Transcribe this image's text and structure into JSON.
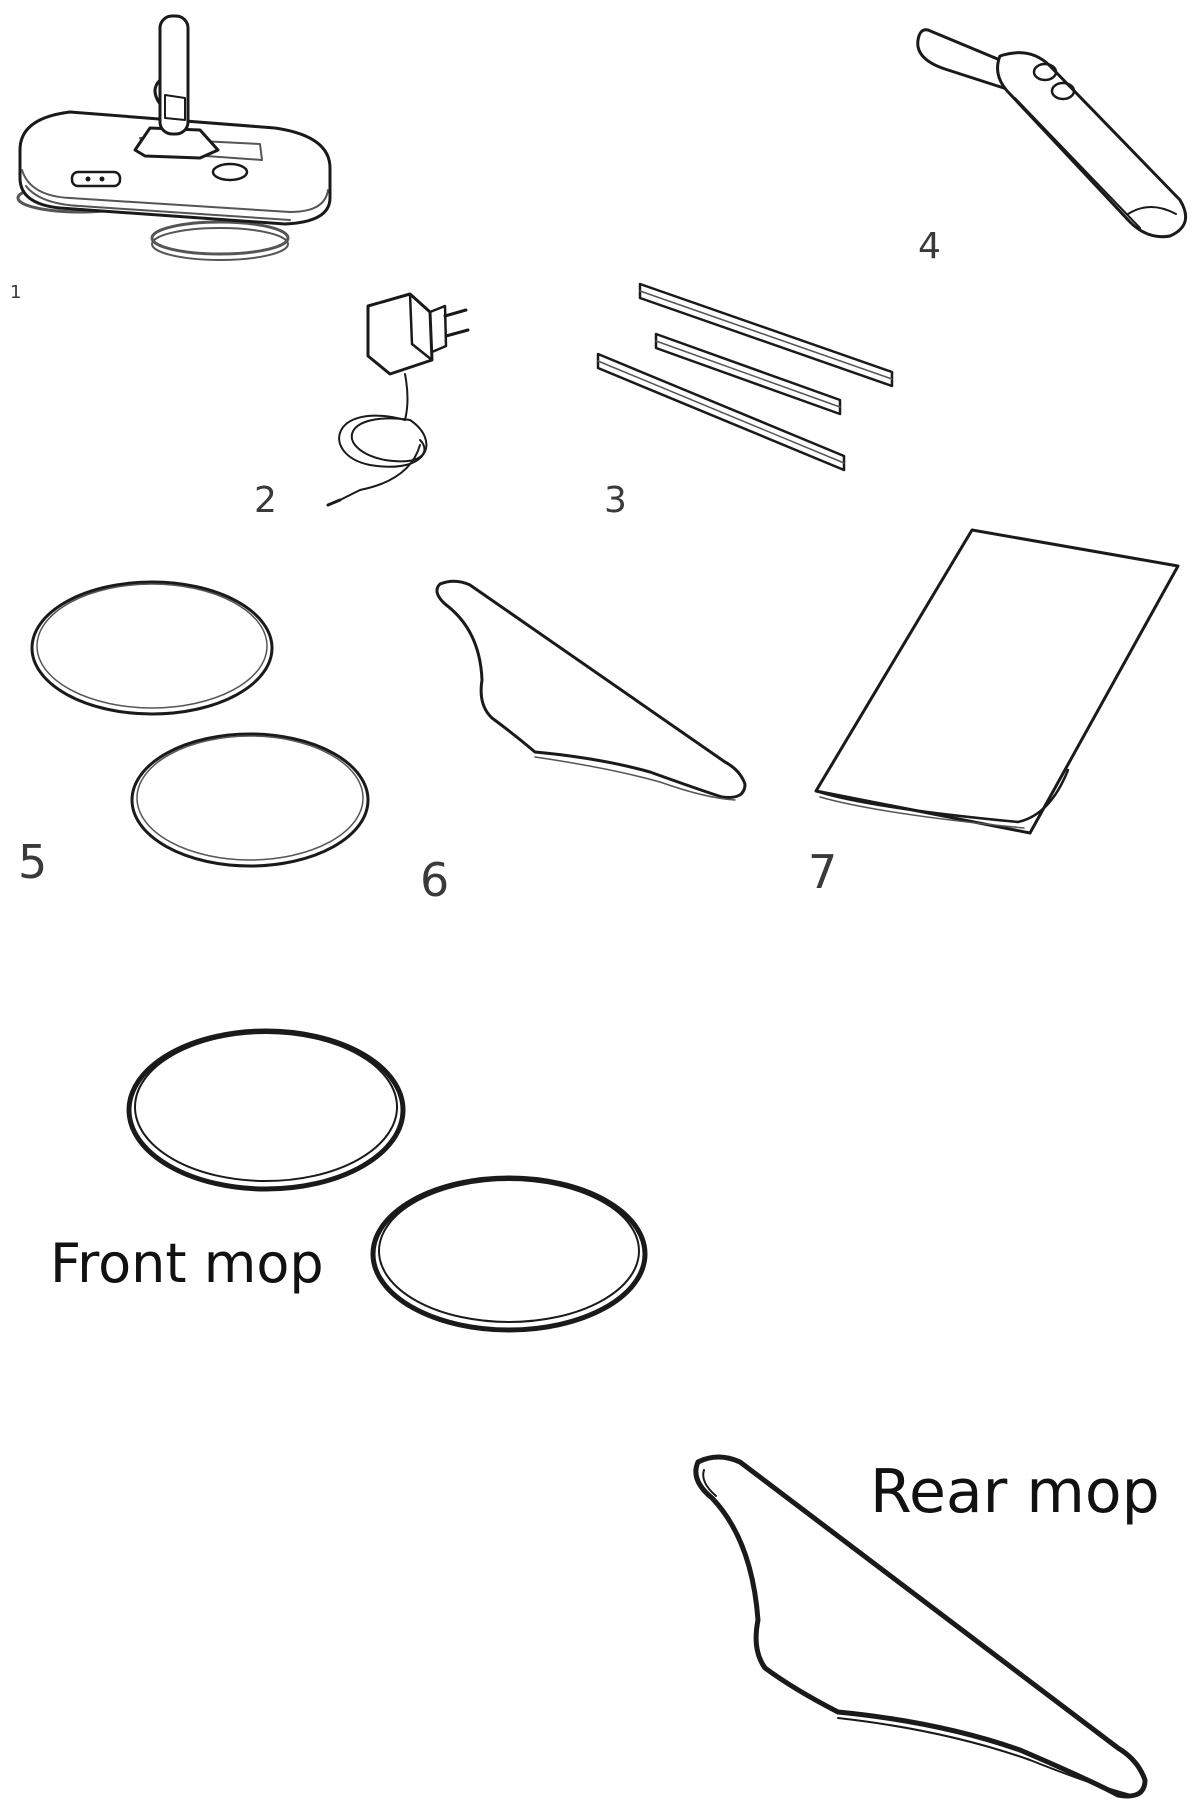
{
  "parts": [
    {
      "id": "1",
      "label": "1"
    },
    {
      "id": "2",
      "label": "2"
    },
    {
      "id": "3",
      "label": "3"
    },
    {
      "id": "4",
      "label": "4"
    },
    {
      "id": "5",
      "label": "5"
    },
    {
      "id": "6",
      "label": "6"
    },
    {
      "id": "7",
      "label": "7"
    }
  ],
  "callouts": {
    "front": "Front mop",
    "rear": "Rear mop"
  }
}
